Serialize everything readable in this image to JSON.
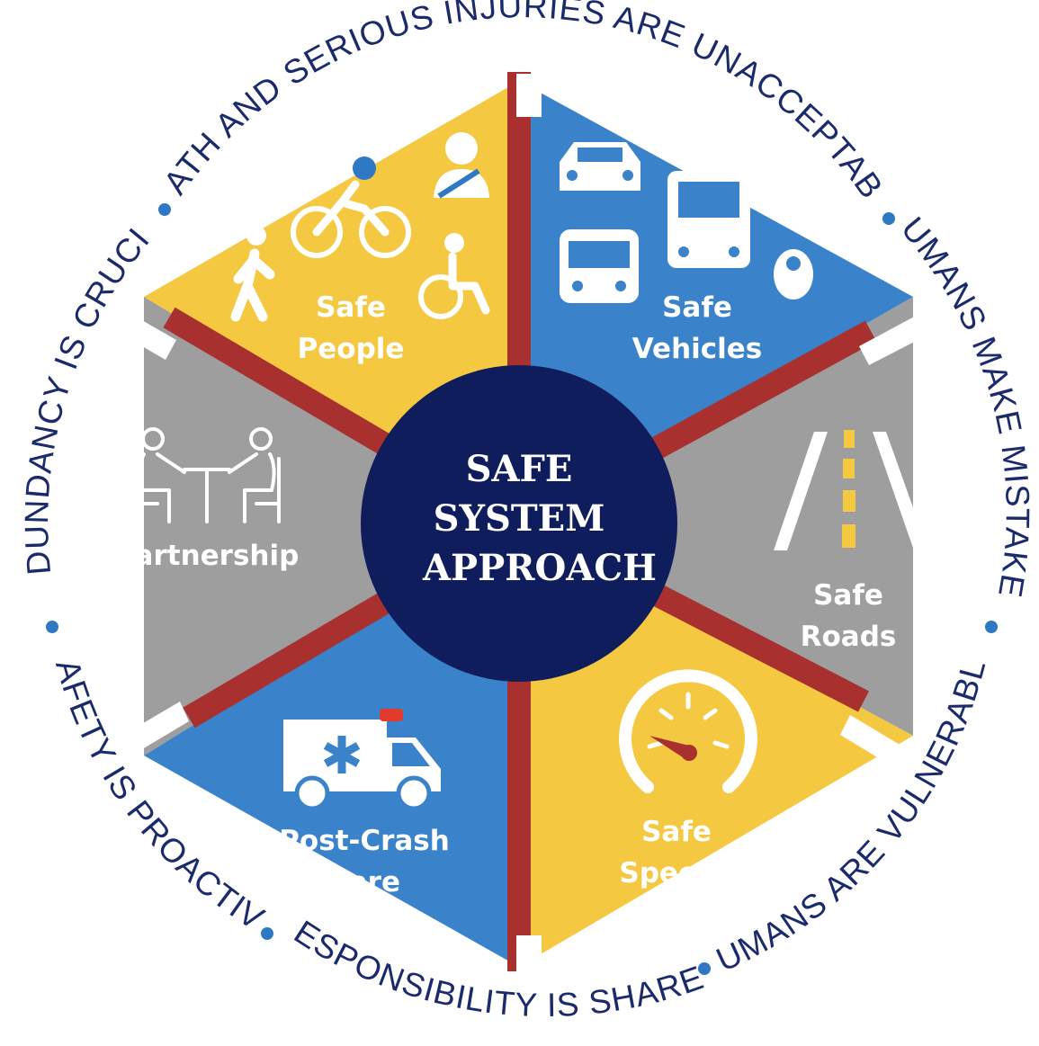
{
  "colors": {
    "yellow": "#f5c842",
    "blue": "#3a82c9",
    "gray": "#9e9e9e",
    "divider": "#a8302f",
    "center": "#101d5c",
    "ring_text": "#1b2a6b",
    "dot": "#2f78c3"
  },
  "center": {
    "line1": "SAFE",
    "line2": "SYSTEM",
    "line3": "APPROACH"
  },
  "segments": {
    "people": {
      "line1": "Safe",
      "line2": "People",
      "icon": "pedestrian-cyclist-driver-wheelchair-icon"
    },
    "vehicles": {
      "line1": "Safe",
      "line2": "Vehicles",
      "icon": "car-truck-bus-motorcycle-icon"
    },
    "roads": {
      "line1": "Safe",
      "line2": "Roads",
      "icon": "road-lanes-icon"
    },
    "speeds": {
      "line1": "Safe",
      "line2": "Speeds",
      "icon": "speedometer-icon"
    },
    "postcrash": {
      "line1": "Post-Crash",
      "line2": "Care",
      "icon": "ambulance-icon"
    },
    "partnership": {
      "line1": "Partnership",
      "icon": "meeting-table-icon"
    }
  },
  "principles": {
    "top": "DEATH AND SERIOUS INJURIES ARE UNACCEPTABLE",
    "right_upper": "HUMANS MAKE MISTAKES",
    "right_lower": "HUMANS ARE VULNERABLE",
    "bottom": "RESPONSIBILITY IS SHARED",
    "left_lower": "SAFETY IS PROACTIVE",
    "left_upper": "REDUNDANCY IS CRUCIAL"
  }
}
